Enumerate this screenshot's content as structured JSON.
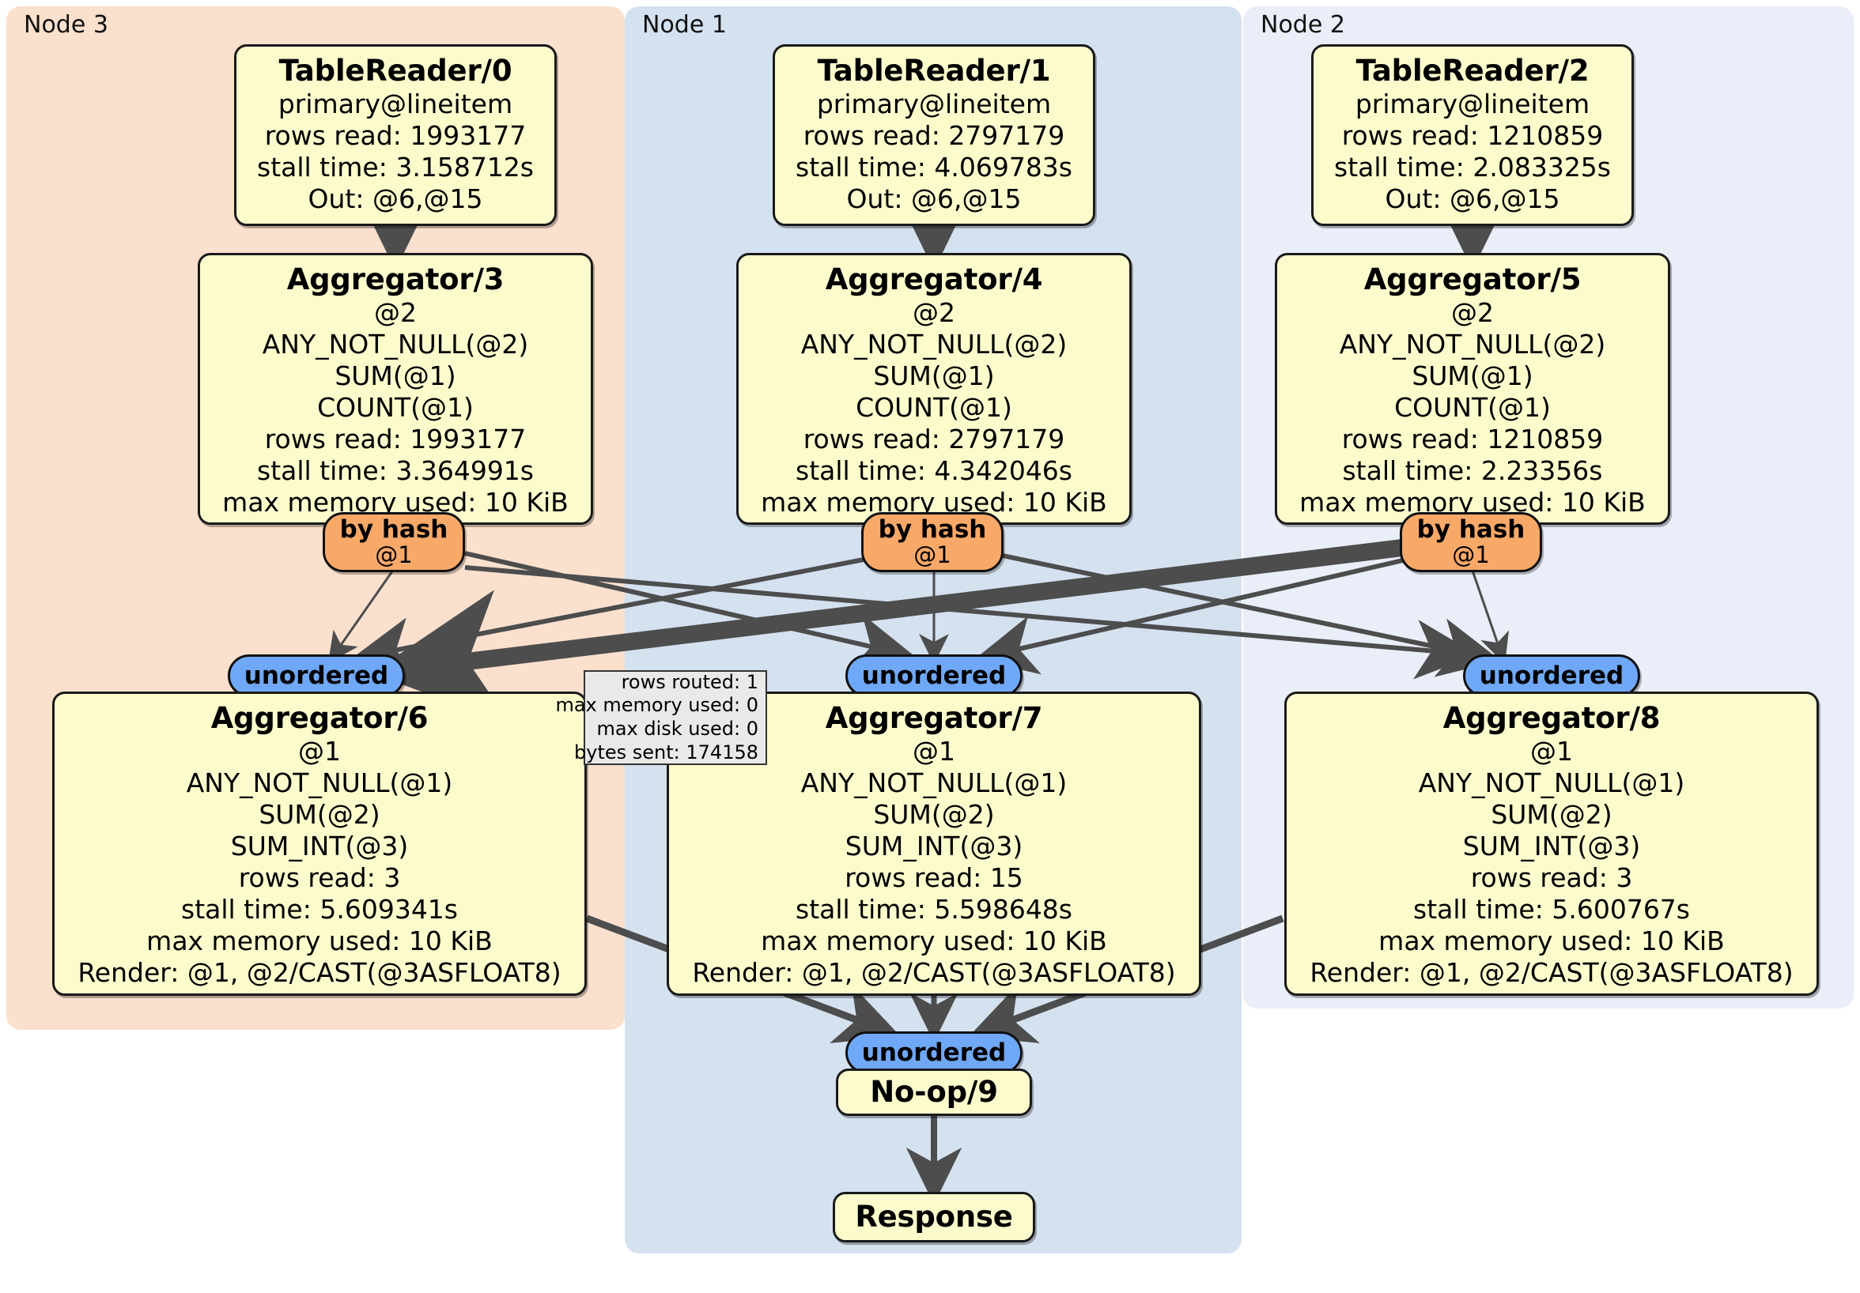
{
  "diagram": {
    "kind": "distributed-query-execution-plan",
    "colors": {
      "node3_panel": "#FBE0CE",
      "node1_panel": "#D4E1EF",
      "node2_panel": "#E9EEF8",
      "operator_box": "#FBFBCC",
      "router_hash": "#F8A968",
      "stream_unordered": "#6FA8F6",
      "stats_box": "#E9E9E9",
      "edge": "#4D4D4D",
      "border": "#1A1A1A"
    }
  },
  "clusters": [
    {
      "id": "node3",
      "label": "Node 3"
    },
    {
      "id": "node1",
      "label": "Node 1"
    },
    {
      "id": "node2",
      "label": "Node 2"
    }
  ],
  "operators": {
    "tablereader0": {
      "title": "TableReader/0",
      "lines": [
        "primary@lineitem",
        "rows read: 1993177",
        "stall time: 3.158712s",
        "Out: @6,@15"
      ]
    },
    "tablereader1": {
      "title": "TableReader/1",
      "lines": [
        "primary@lineitem",
        "rows read: 2797179",
        "stall time: 4.069783s",
        "Out: @6,@15"
      ]
    },
    "tablereader2": {
      "title": "TableReader/2",
      "lines": [
        "primary@lineitem",
        "rows read: 1210859",
        "stall time: 2.083325s",
        "Out: @6,@15"
      ]
    },
    "aggregator3": {
      "title": "Aggregator/3",
      "lines": [
        "@2",
        "ANY_NOT_NULL(@2)",
        "SUM(@1)",
        "COUNT(@1)",
        "rows read: 1993177",
        "stall time: 3.364991s",
        "max memory used: 10 KiB"
      ]
    },
    "aggregator4": {
      "title": "Aggregator/4",
      "lines": [
        "@2",
        "ANY_NOT_NULL(@2)",
        "SUM(@1)",
        "COUNT(@1)",
        "rows read: 2797179",
        "stall time: 4.342046s",
        "max memory used: 10 KiB"
      ]
    },
    "aggregator5": {
      "title": "Aggregator/5",
      "lines": [
        "@2",
        "ANY_NOT_NULL(@2)",
        "SUM(@1)",
        "COUNT(@1)",
        "rows read: 1210859",
        "stall time: 2.23356s",
        "max memory used: 10 KiB"
      ]
    },
    "aggregator6": {
      "title": "Aggregator/6",
      "lines": [
        "@1",
        "ANY_NOT_NULL(@1)",
        "SUM(@2)",
        "SUM_INT(@3)",
        "rows read: 3",
        "stall time: 5.609341s",
        "max memory used: 10 KiB",
        "Render: @1, @2/CAST(@3ASFLOAT8)"
      ]
    },
    "aggregator7": {
      "title": "Aggregator/7",
      "lines": [
        "@1",
        "ANY_NOT_NULL(@1)",
        "SUM(@2)",
        "SUM_INT(@3)",
        "rows read: 15",
        "stall time: 5.598648s",
        "max memory used: 10 KiB",
        "Render: @1, @2/CAST(@3ASFLOAT8)"
      ]
    },
    "aggregator8": {
      "title": "Aggregator/8",
      "lines": [
        "@1",
        "ANY_NOT_NULL(@1)",
        "SUM(@2)",
        "SUM_INT(@3)",
        "rows read: 3",
        "stall time: 5.600767s",
        "max memory used: 10 KiB",
        "Render: @1, @2/CAST(@3ASFLOAT8)"
      ]
    },
    "noop9": {
      "title": "No-op/9",
      "lines": []
    },
    "response": {
      "title": "Response",
      "lines": []
    }
  },
  "routers": {
    "hash3": {
      "main": "by hash",
      "sub": "@1"
    },
    "hash4": {
      "main": "by hash",
      "sub": "@1"
    },
    "hash5": {
      "main": "by hash",
      "sub": "@1"
    }
  },
  "streams": {
    "unordered6": {
      "main": "unordered"
    },
    "unordered7": {
      "main": "unordered"
    },
    "unordered8": {
      "main": "unordered"
    },
    "unordered9": {
      "main": "unordered"
    }
  },
  "stats_tooltip": {
    "lines": [
      "rows routed: 1",
      "max memory used: 0",
      "max disk used: 0",
      "bytes sent: 174158"
    ]
  }
}
